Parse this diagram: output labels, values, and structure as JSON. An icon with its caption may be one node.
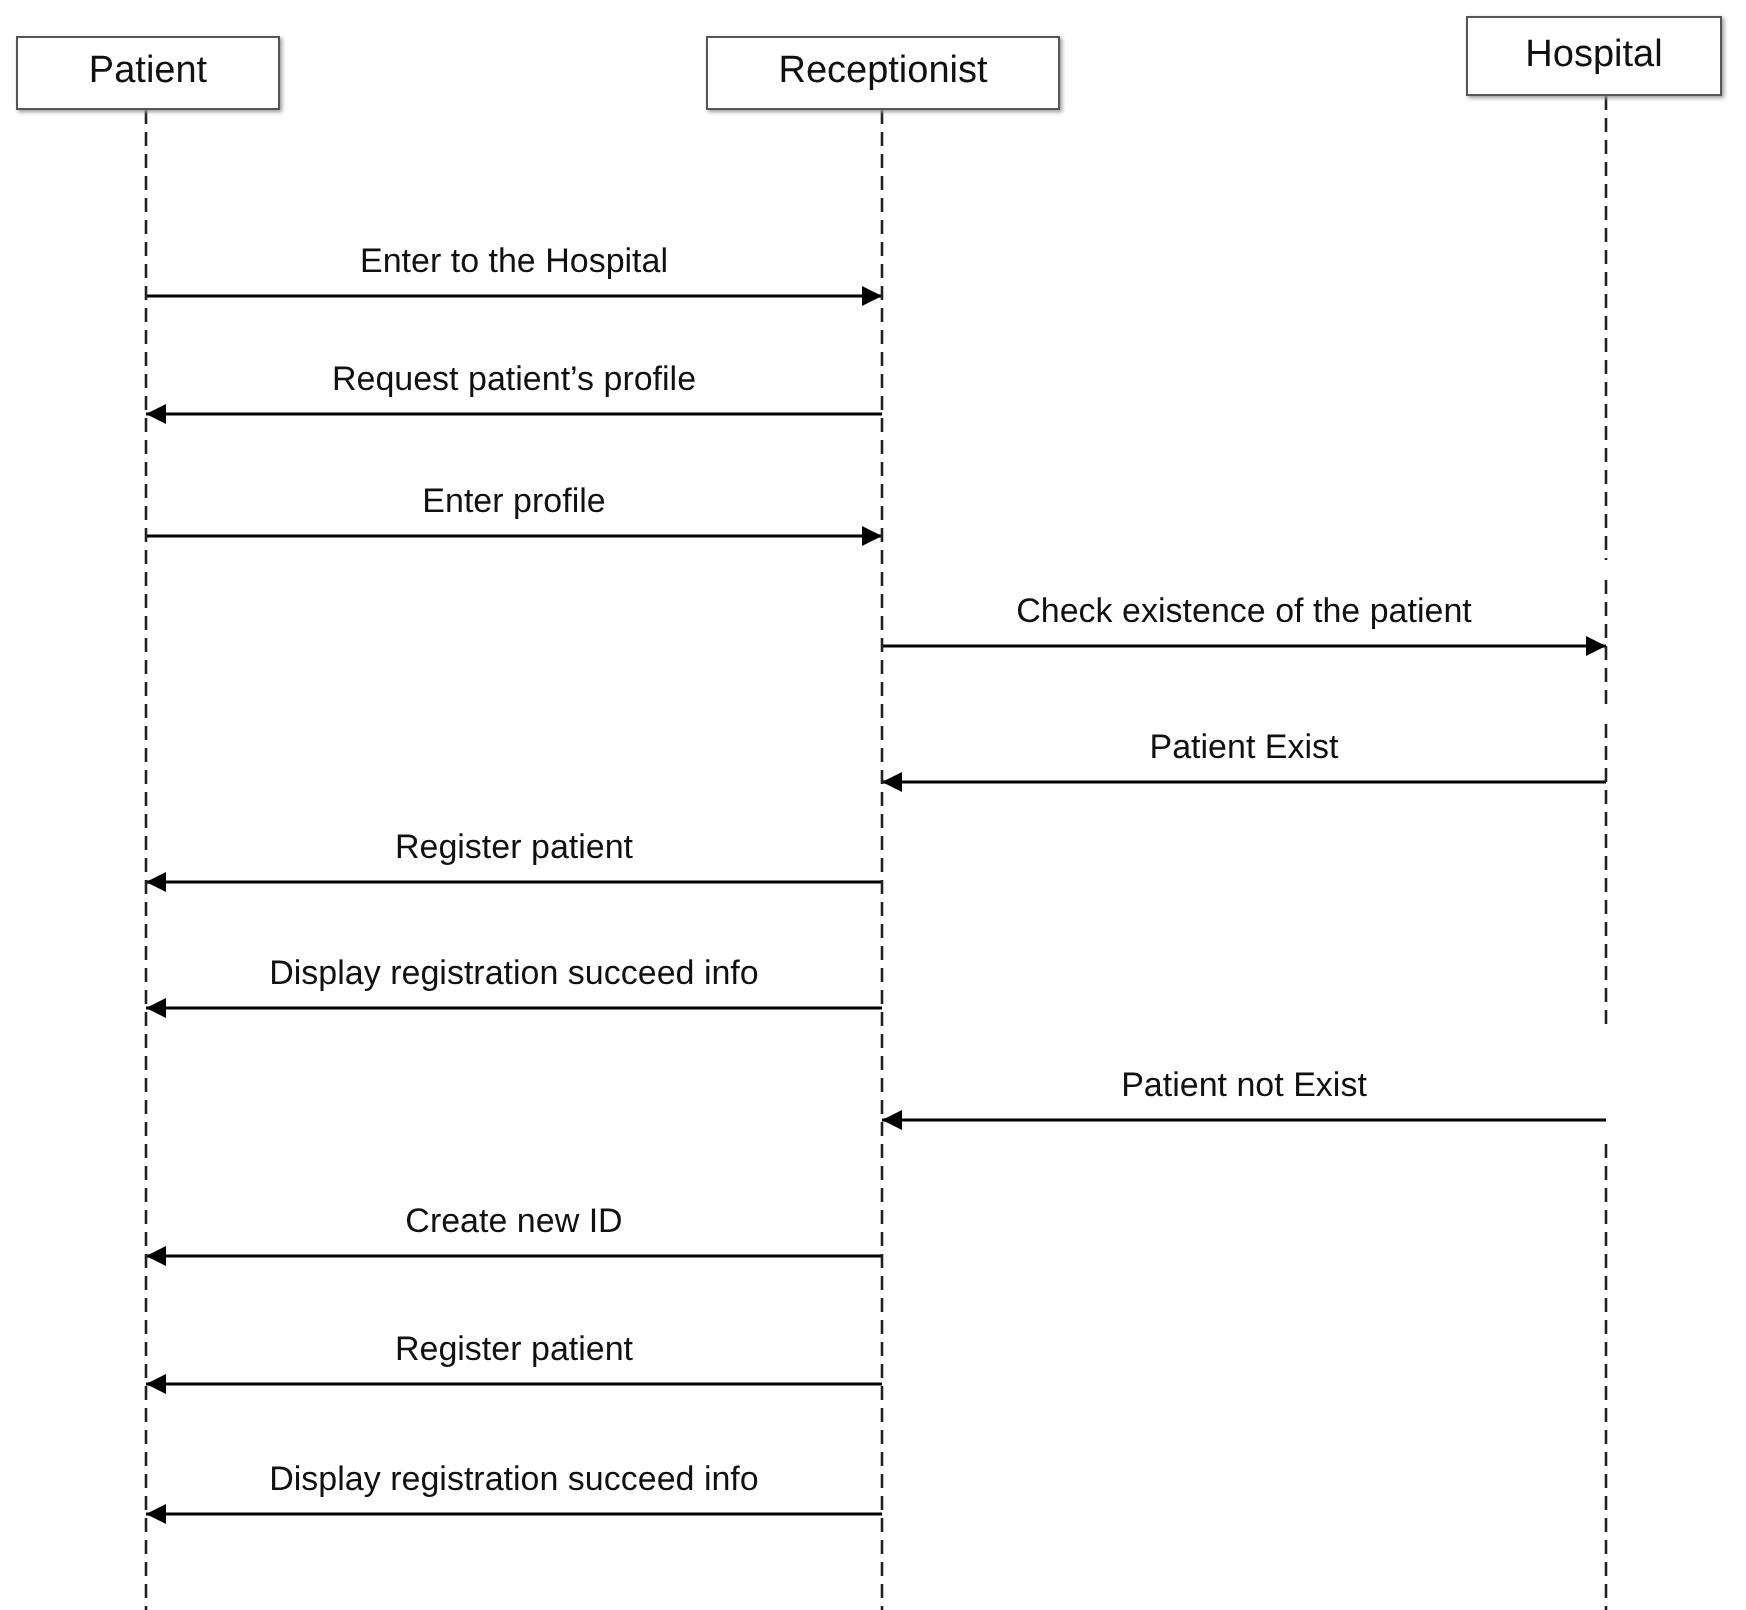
{
  "diagram": {
    "nodes": [
      {
        "text": [
          "Patient"
        ]
      },
      {
        "text": [
          "Receptionist"
        ]
      },
      {
        "text": [
          "Hospital"
        ]
      }
    ],
    "edges": [
      {
        "from": 0,
        "to": 1,
        "arrow": "to",
        "label": "Enter to the Hospital"
      },
      {
        "from": 1,
        "to": 0,
        "arrow": "to",
        "label": "Request patient’s profile"
      },
      {
        "from": 0,
        "to": 1,
        "arrow": "to",
        "label": "Enter profile"
      },
      {
        "from": 1,
        "to": 2,
        "arrow": "to",
        "label": "Check existence of the patient"
      },
      {
        "from": 2,
        "to": 1,
        "arrow": "to",
        "label": "Patient Exist"
      },
      {
        "from": 1,
        "to": 0,
        "arrow": "to",
        "label": "Register patient"
      },
      {
        "from": 1,
        "to": 0,
        "arrow": "to",
        "label": "Display registration succeed info"
      },
      {
        "from": 2,
        "to": 1,
        "arrow": "to",
        "label": "Patient not Exist"
      },
      {
        "from": 1,
        "to": 0,
        "arrow": "to",
        "label": "Create new ID"
      },
      {
        "from": 1,
        "to": 0,
        "arrow": "to",
        "label": "Register patient"
      },
      {
        "from": 1,
        "to": 0,
        "arrow": "to",
        "label": "Display registration succeed info"
      }
    ]
  }
}
